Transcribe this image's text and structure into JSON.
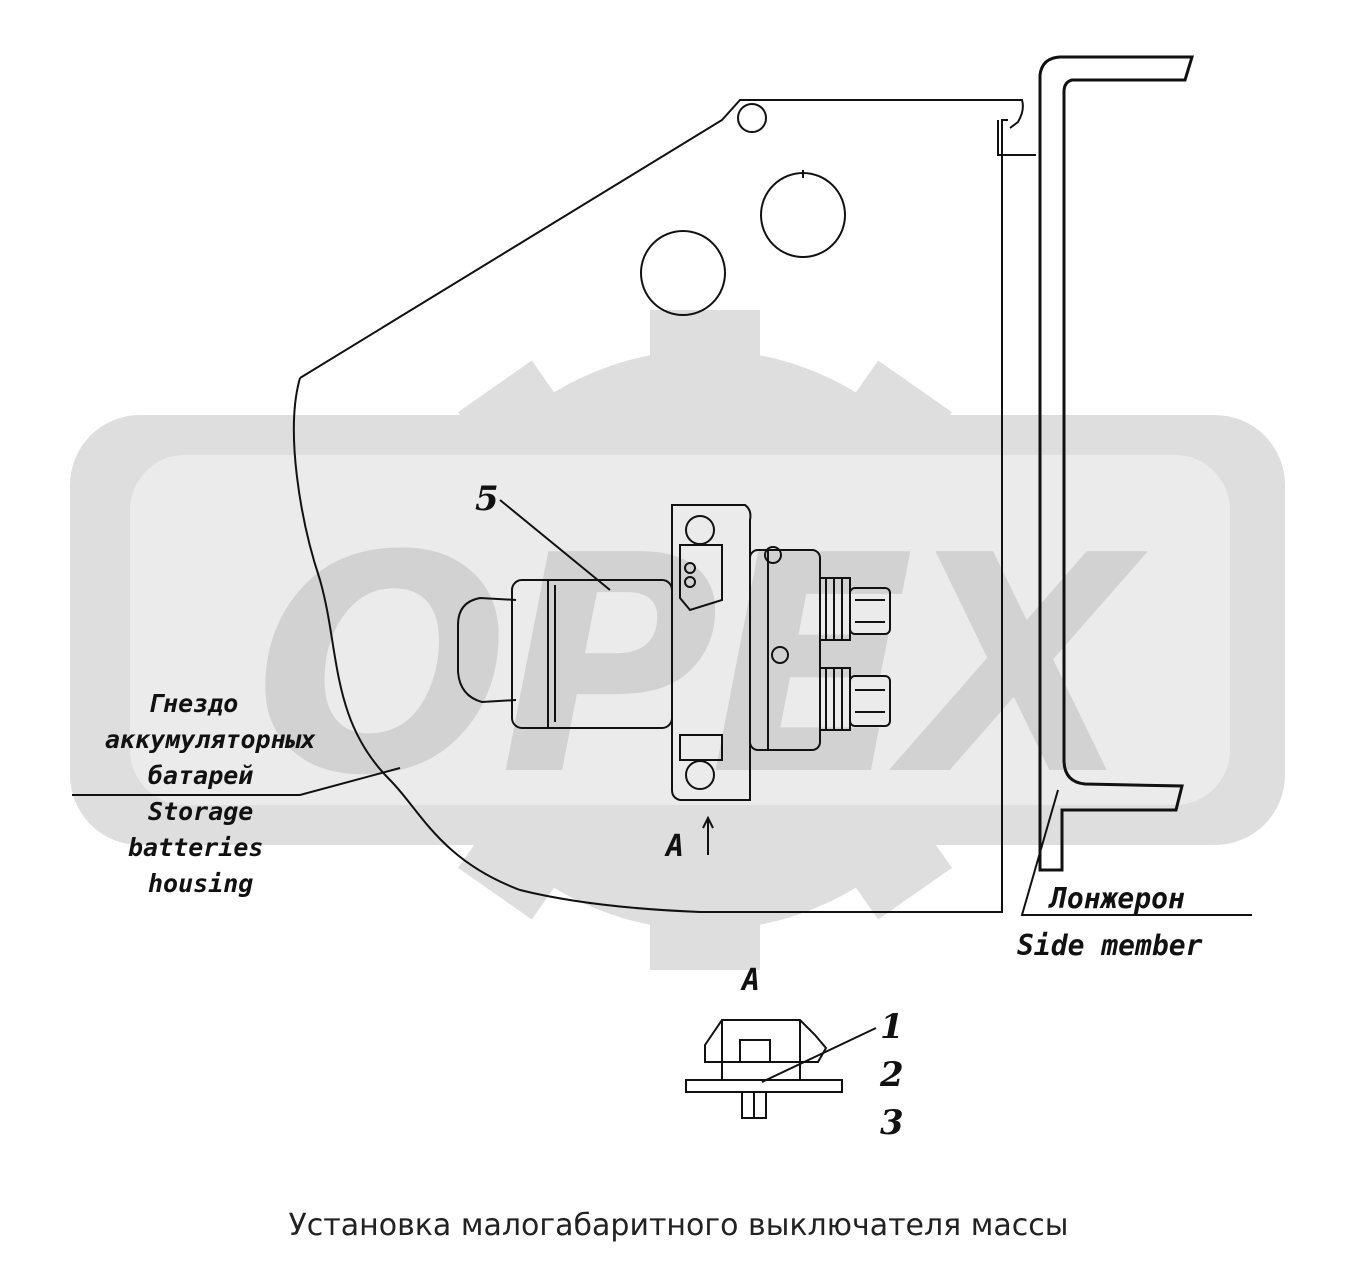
{
  "watermark": {
    "text": "OPEX",
    "color": "#dcdcdc"
  },
  "labels": {
    "housing_ru": [
      "Гнездо",
      "аккумуляторных",
      "батарей"
    ],
    "housing_en": [
      "Storage",
      "batteries",
      "housing"
    ],
    "member_ru": "Лонжерон",
    "member_en": "Side member",
    "view_marker": "A",
    "view_title": "A"
  },
  "callouts": [
    "5",
    "1",
    "2",
    "3"
  ],
  "caption": "Установка малогабаритного выключателя массы"
}
